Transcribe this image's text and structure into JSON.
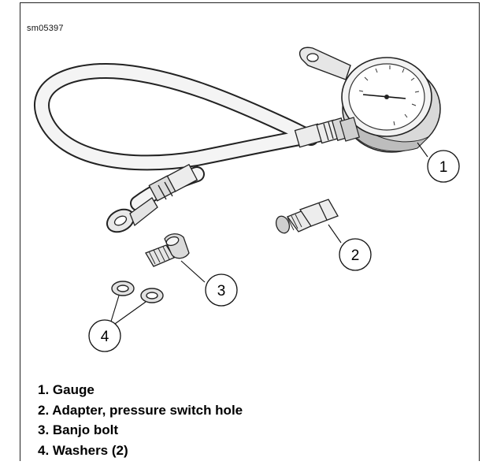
{
  "figure": {
    "id": "sm05397",
    "callouts": {
      "gauge": "1",
      "adapter": "2",
      "banjo_bolt": "3",
      "washers": "4"
    }
  },
  "legend": {
    "items": [
      "1. Gauge",
      "2. Adapter, pressure switch hole",
      "3. Banjo bolt",
      "4. Washers (2)"
    ]
  }
}
